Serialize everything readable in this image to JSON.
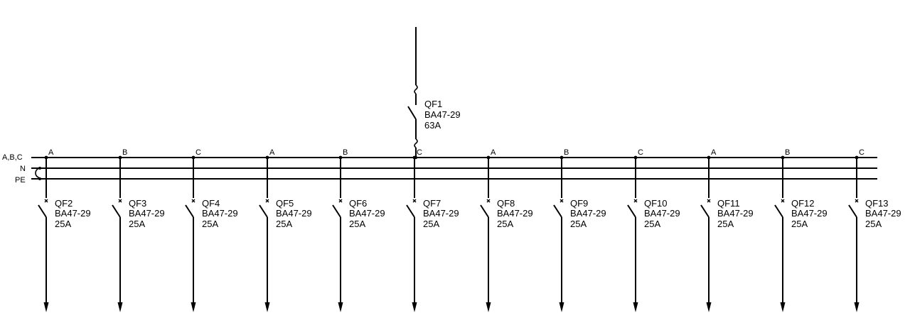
{
  "colors": {
    "line": "#000000",
    "background": "#ffffff"
  },
  "bus_labels": {
    "phases": "A,B,C",
    "neutral": "N",
    "earth": "PE"
  },
  "main_breaker": {
    "id": "QF1",
    "model": "BA47-29",
    "rating": "63A",
    "phase": "C"
  },
  "feeders": [
    {
      "id": "QF2",
      "model": "BA47-29",
      "rating": "25A",
      "phase": "A"
    },
    {
      "id": "QF3",
      "model": "BA47-29",
      "rating": "25A",
      "phase": "B"
    },
    {
      "id": "QF4",
      "model": "BA47-29",
      "rating": "25A",
      "phase": "C"
    },
    {
      "id": "QF5",
      "model": "BA47-29",
      "rating": "25A",
      "phase": "A"
    },
    {
      "id": "QF6",
      "model": "BA47-29",
      "rating": "25A",
      "phase": "B"
    },
    {
      "id": "QF7",
      "model": "BA47-29",
      "rating": "25A",
      "phase": "C"
    },
    {
      "id": "QF8",
      "model": "BA47-29",
      "rating": "25A",
      "phase": "A"
    },
    {
      "id": "QF9",
      "model": "BA47-29",
      "rating": "25A",
      "phase": "B"
    },
    {
      "id": "QF10",
      "model": "BA47-29",
      "rating": "25A",
      "phase": "C"
    },
    {
      "id": "QF11",
      "model": "BA47-29",
      "rating": "25A",
      "phase": "A"
    },
    {
      "id": "QF12",
      "model": "BA47-29",
      "rating": "25A",
      "phase": "B"
    },
    {
      "id": "QF13",
      "model": "BA47-29",
      "rating": "25A",
      "phase": "C"
    }
  ]
}
